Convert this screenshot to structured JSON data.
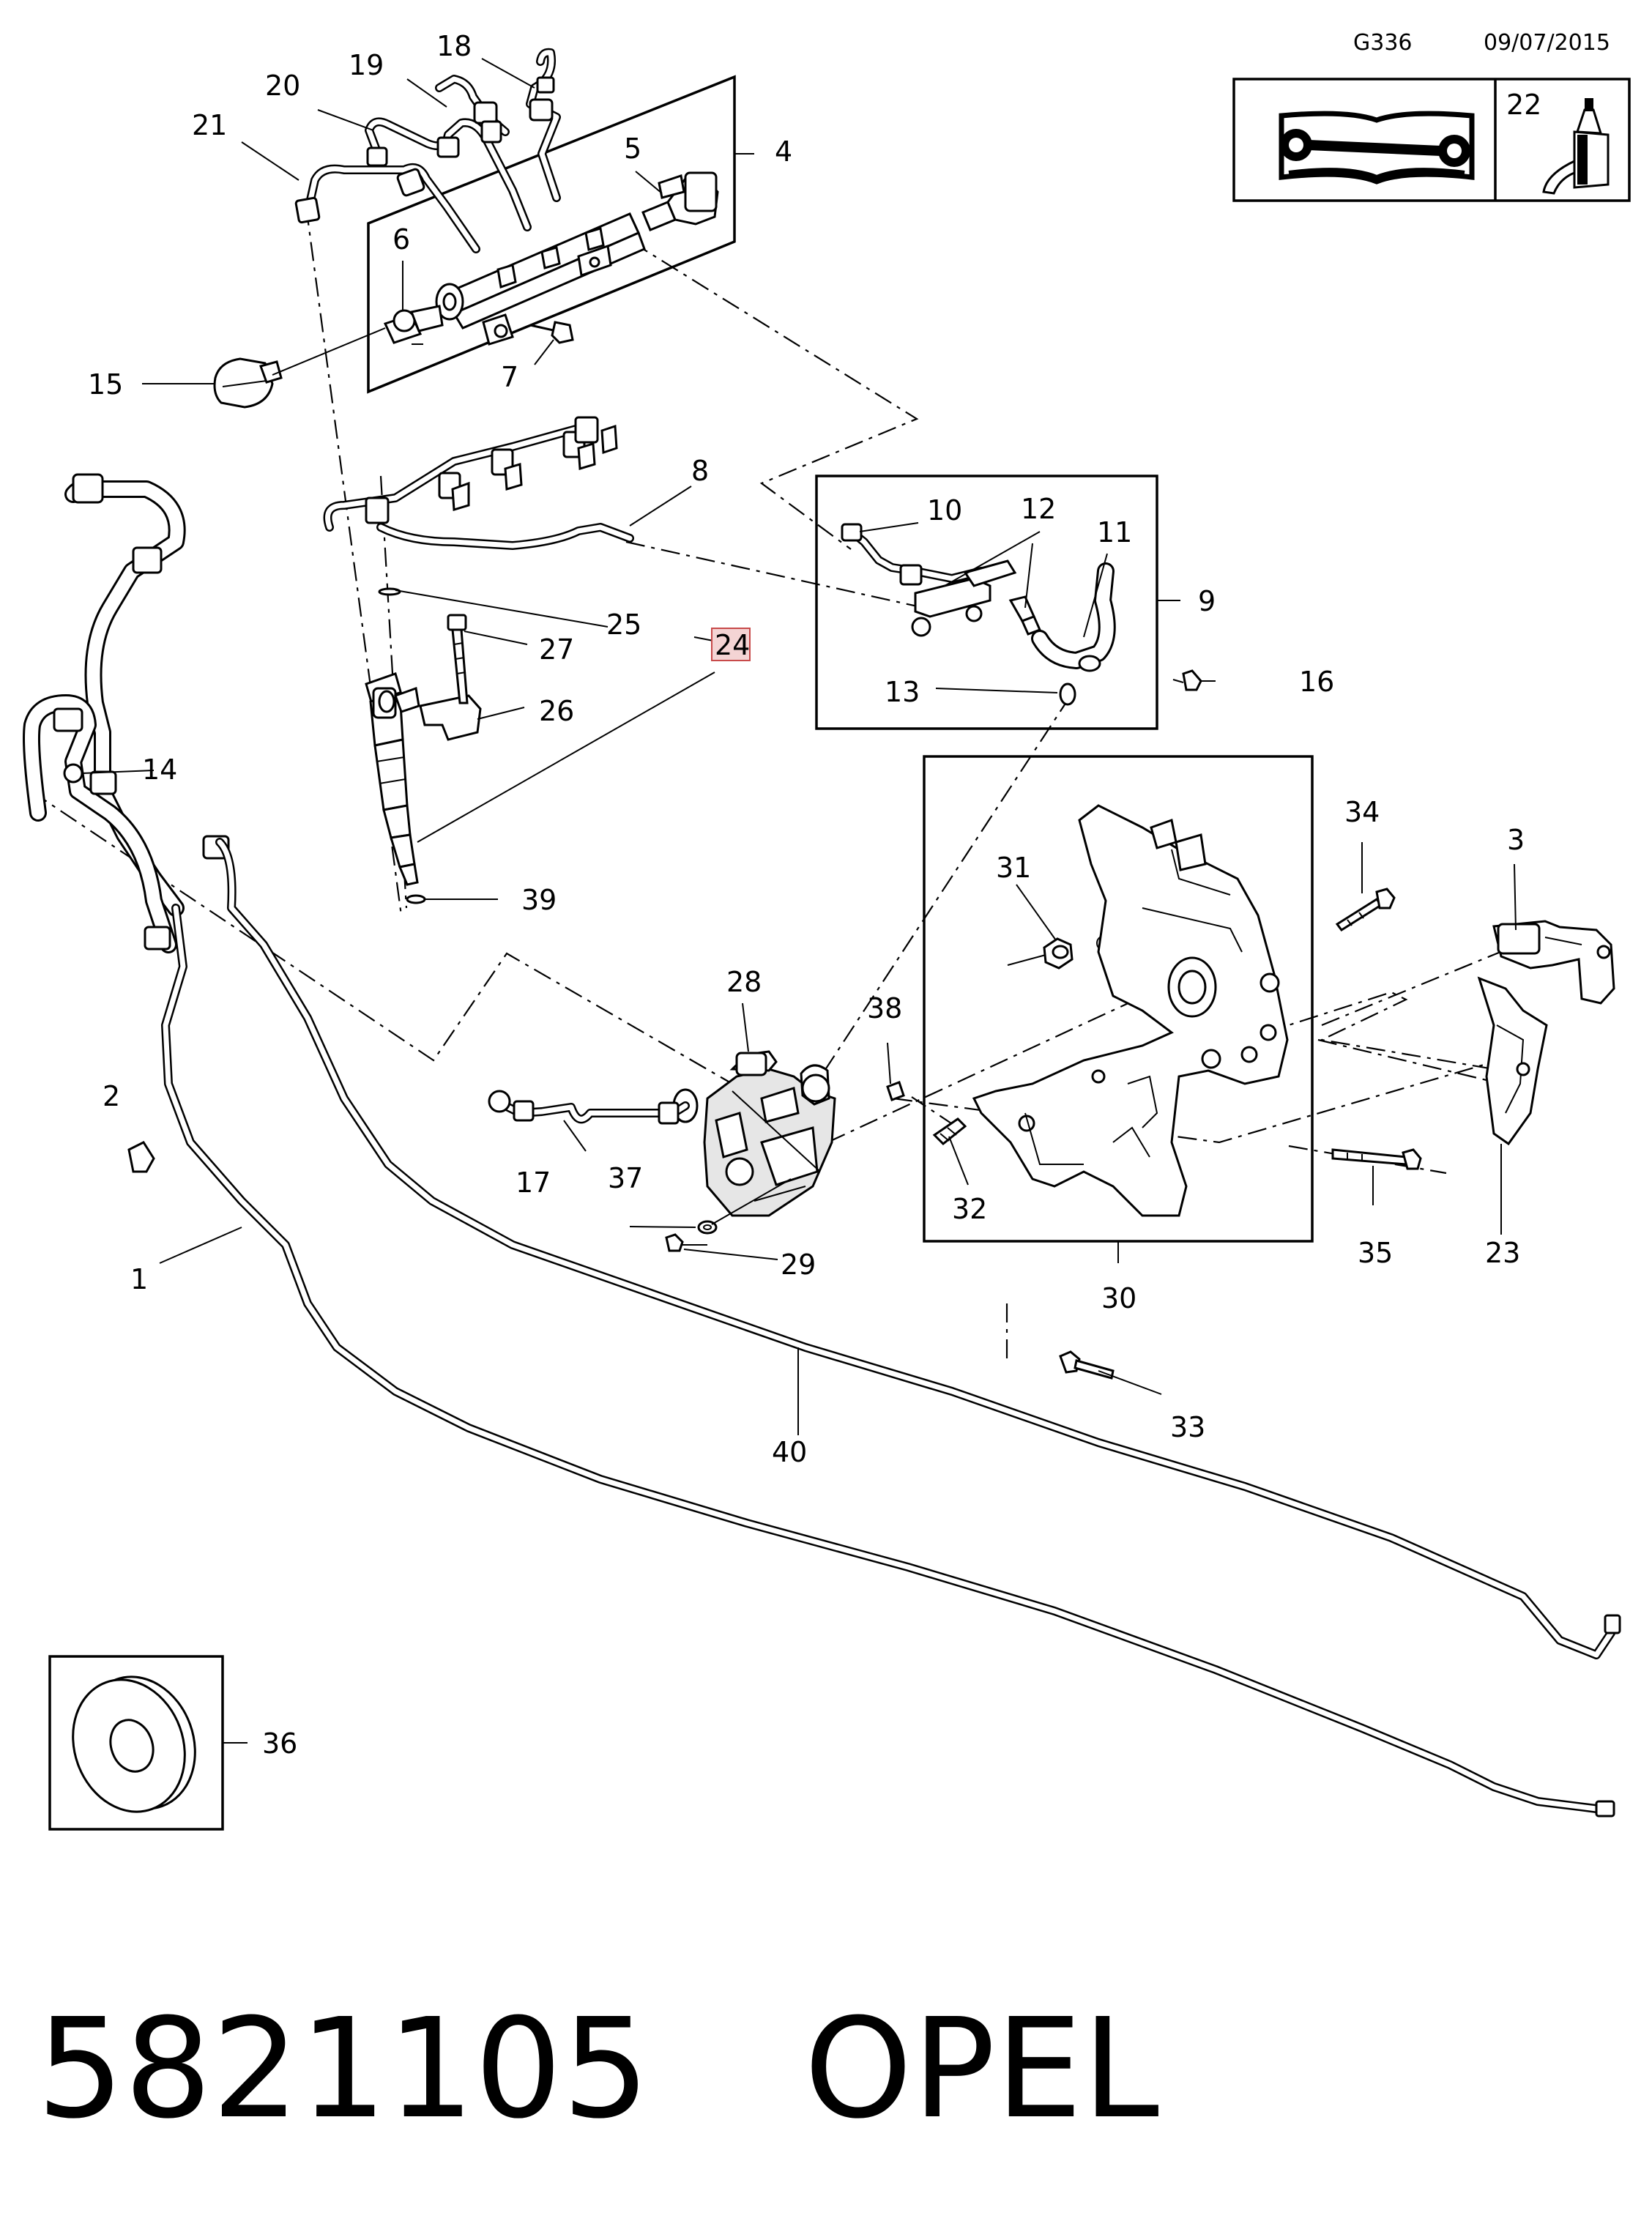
{
  "header": {
    "code": "G336",
    "date": "09/07/2015"
  },
  "legend": {
    "manual_icon": "book-wrench-icon",
    "sealant_label": "22",
    "sealant_icon": "sealant-bottle-icon"
  },
  "callouts": {
    "c1": "1",
    "c2": "2",
    "c3": "3",
    "c4": "4",
    "c5": "5",
    "c6": "6",
    "c7": "7",
    "c8": "8",
    "c9": "9",
    "c10": "10",
    "c11": "11",
    "c12": "12",
    "c13": "13",
    "c14": "14",
    "c15": "15",
    "c16": "16",
    "c17": "17",
    "c18": "18",
    "c19": "19",
    "c20": "20",
    "c21": "21",
    "c23": "23",
    "c24": "24",
    "c25": "25",
    "c26": "26",
    "c27": "27",
    "c28": "28",
    "c29": "29",
    "c30": "30",
    "c31": "31",
    "c32": "32",
    "c33": "33",
    "c34": "34",
    "c35": "35",
    "c36": "36",
    "c37": "37",
    "c38": "38",
    "c39": "39",
    "c40": "40"
  },
  "highlight": {
    "callout": "24",
    "color": "#e8a0a0"
  },
  "footer": {
    "part_number": "5821105",
    "brand": "OPEL"
  }
}
